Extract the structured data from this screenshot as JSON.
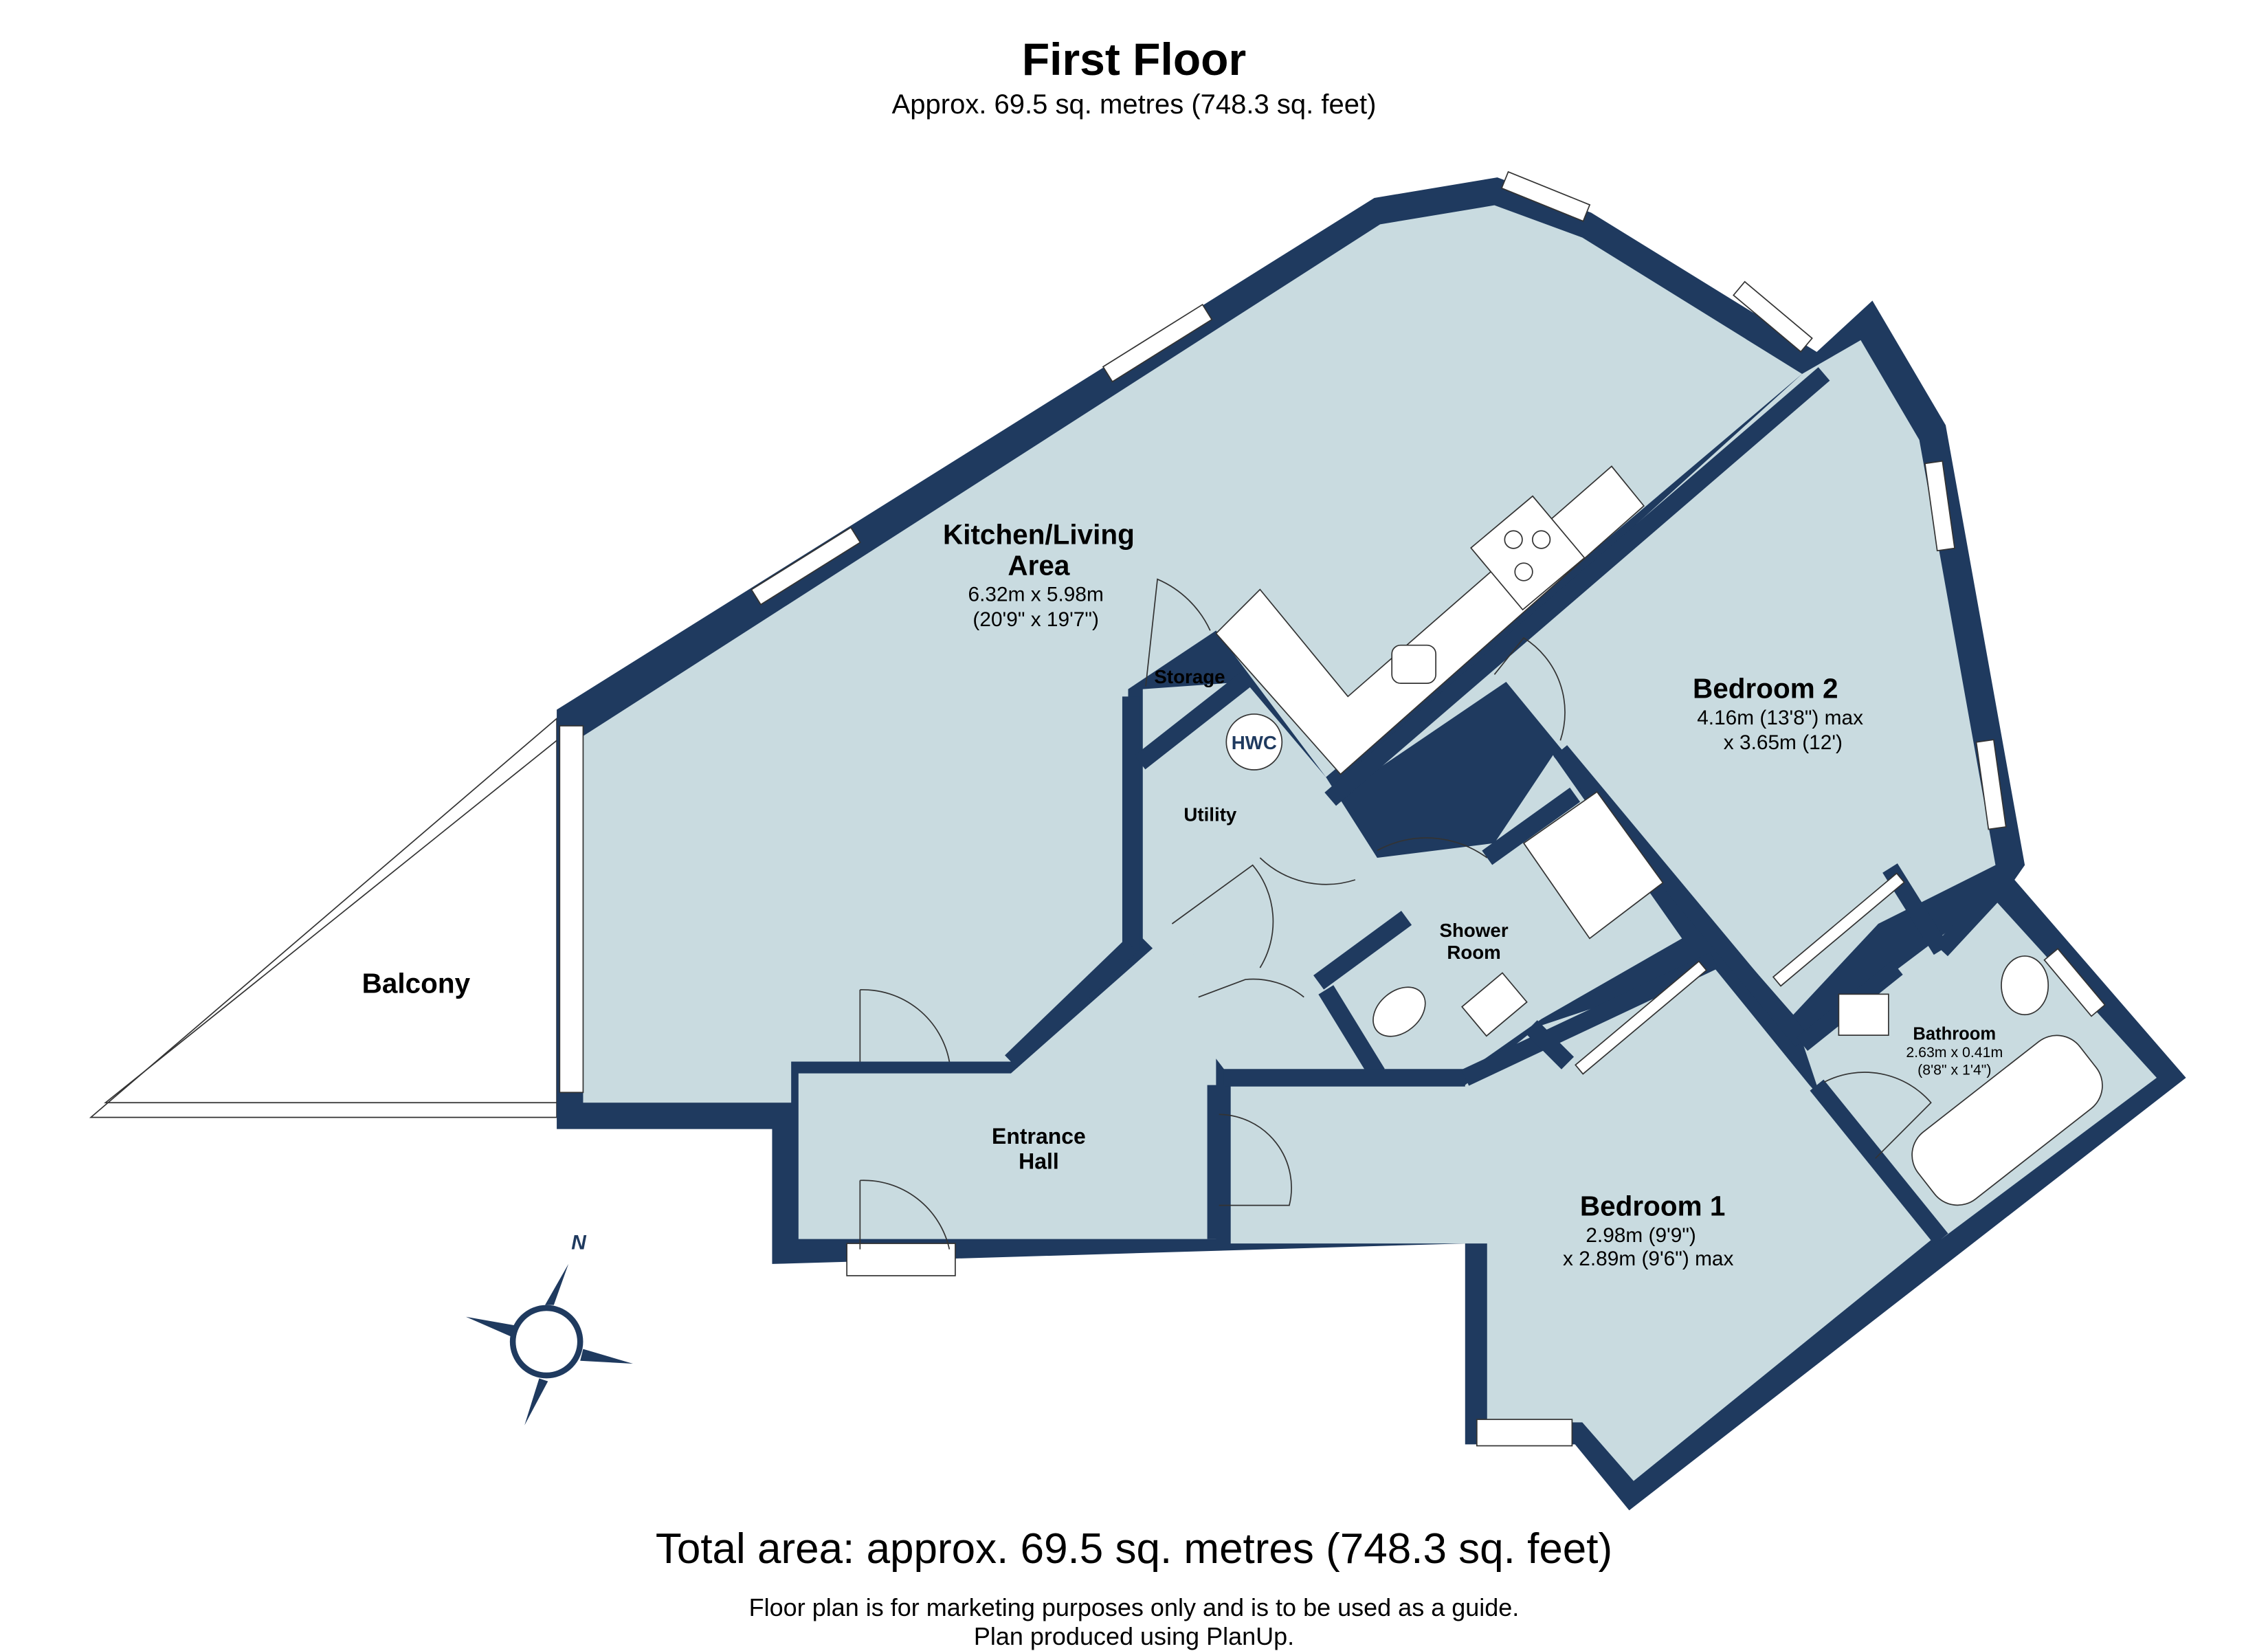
{
  "header": {
    "title": "First Floor",
    "subtitle": "Approx. 69.5 sq. metres (748.3 sq. feet)"
  },
  "colors": {
    "wall": "#1f3a5f",
    "floor": "#c9dbe0",
    "fixture": "#ffffff",
    "text": "#000000"
  },
  "rooms": {
    "kitchen": {
      "name_line1": "Kitchen/Living",
      "name_line2": "Area",
      "dim_metric": "6.32m x 5.98m",
      "dim_imperial": "(20'9\" x 19'7\")"
    },
    "storage": {
      "name": "Storage"
    },
    "hwc": {
      "name": "HWC"
    },
    "utility": {
      "name": "Utility"
    },
    "bedroom2": {
      "name": "Bedroom 2",
      "dim_line1": "4.16m (13'8\") max",
      "dim_line2": "x 3.65m (12')"
    },
    "shower": {
      "name_line1": "Shower",
      "name_line2": "Room"
    },
    "bathroom": {
      "name": "Bathroom",
      "dim_metric": "2.63m x 0.41m",
      "dim_imperial": "(8'8\" x 1'4\")"
    },
    "balcony": {
      "name": "Balcony"
    },
    "entrance": {
      "name_line1": "Entrance",
      "name_line2": "Hall"
    },
    "bedroom1": {
      "name": "Bedroom 1",
      "dim_line1": "2.98m (9'9\")",
      "dim_line2": "x 2.89m (9'6\") max"
    }
  },
  "compass": {
    "label": "N"
  },
  "footer": {
    "total": "Total area: approx. 69.5 sq. metres (748.3 sq. feet)",
    "note1": "Floor plan is for marketing purposes only and is to be used as a guide.",
    "note2": "Plan produced using PlanUp."
  }
}
